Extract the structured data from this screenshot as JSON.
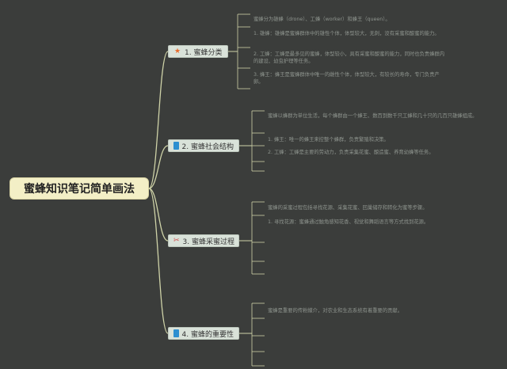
{
  "root": {
    "title": "蜜蜂知识笔记简单画法"
  },
  "branches": [
    {
      "label": "1. 蜜蜂分类",
      "icon": "star-icon",
      "leaves": [
        "蜜蜂分为雄蜂（drone）、工蜂（worker）和蜂王（queen）。",
        "1. 雄蜂：雄蜂是蜜蜂群体中的雄性个体，体型较大，无刺，没有采蜜和酿蜜的能力。",
        "2. 工蜂：工蜂是最多见的蜜蜂，体型较小，具有采蜜和酿蜜的能力，同时也负责蜂群内的建设、幼虫护理等任务。",
        "3. 蜂王：蜂王是蜜蜂群体中唯一的雌性个体，体型较大，有较长的寿命，专门负责产卵。"
      ]
    },
    {
      "label": "2. 蜜蜂社会结构",
      "icon": "flag-icon",
      "leaves": [
        "蜜蜂以蜂群为单位生活，每个蜂群由一个蜂王、数百到数千只工蜂和几十只的几百只雄蜂组成。",
        "1. 蜂王：唯一的蜂王来控整个蜂群，负责繁殖和决策。",
        "2. 工蜂：工蜂是主要的劳动力，负责采集花蜜、酿造蜜、养育幼蜂等任务。",
        ""
      ]
    },
    {
      "label": "3. 蜜蜂采蜜过程",
      "icon": "tools-icon",
      "leaves": [
        "蜜蜂的采蜜过程包括寻找花源、采集花蜜、回巢储存和转化为蜜等步骤。",
        "1. 寻找花源：蜜蜂通过触角感知花香、视觉和舞蹈语言等方式找到花源。",
        "",
        ""
      ]
    },
    {
      "label": "4. 蜜蜂的重要性",
      "icon": "flag-icon",
      "leaves": [
        "蜜蜂是重要的传粉媒介，对农业和生态系统有着重要的贡献。",
        "",
        "",
        ""
      ]
    }
  ],
  "colors": {
    "background": "#3b3d3b",
    "connector": "#cfd3a8",
    "root_fill": "#f3efc6",
    "branch_fill": "#d9e2d9",
    "leaf_text": "#8e948e"
  }
}
